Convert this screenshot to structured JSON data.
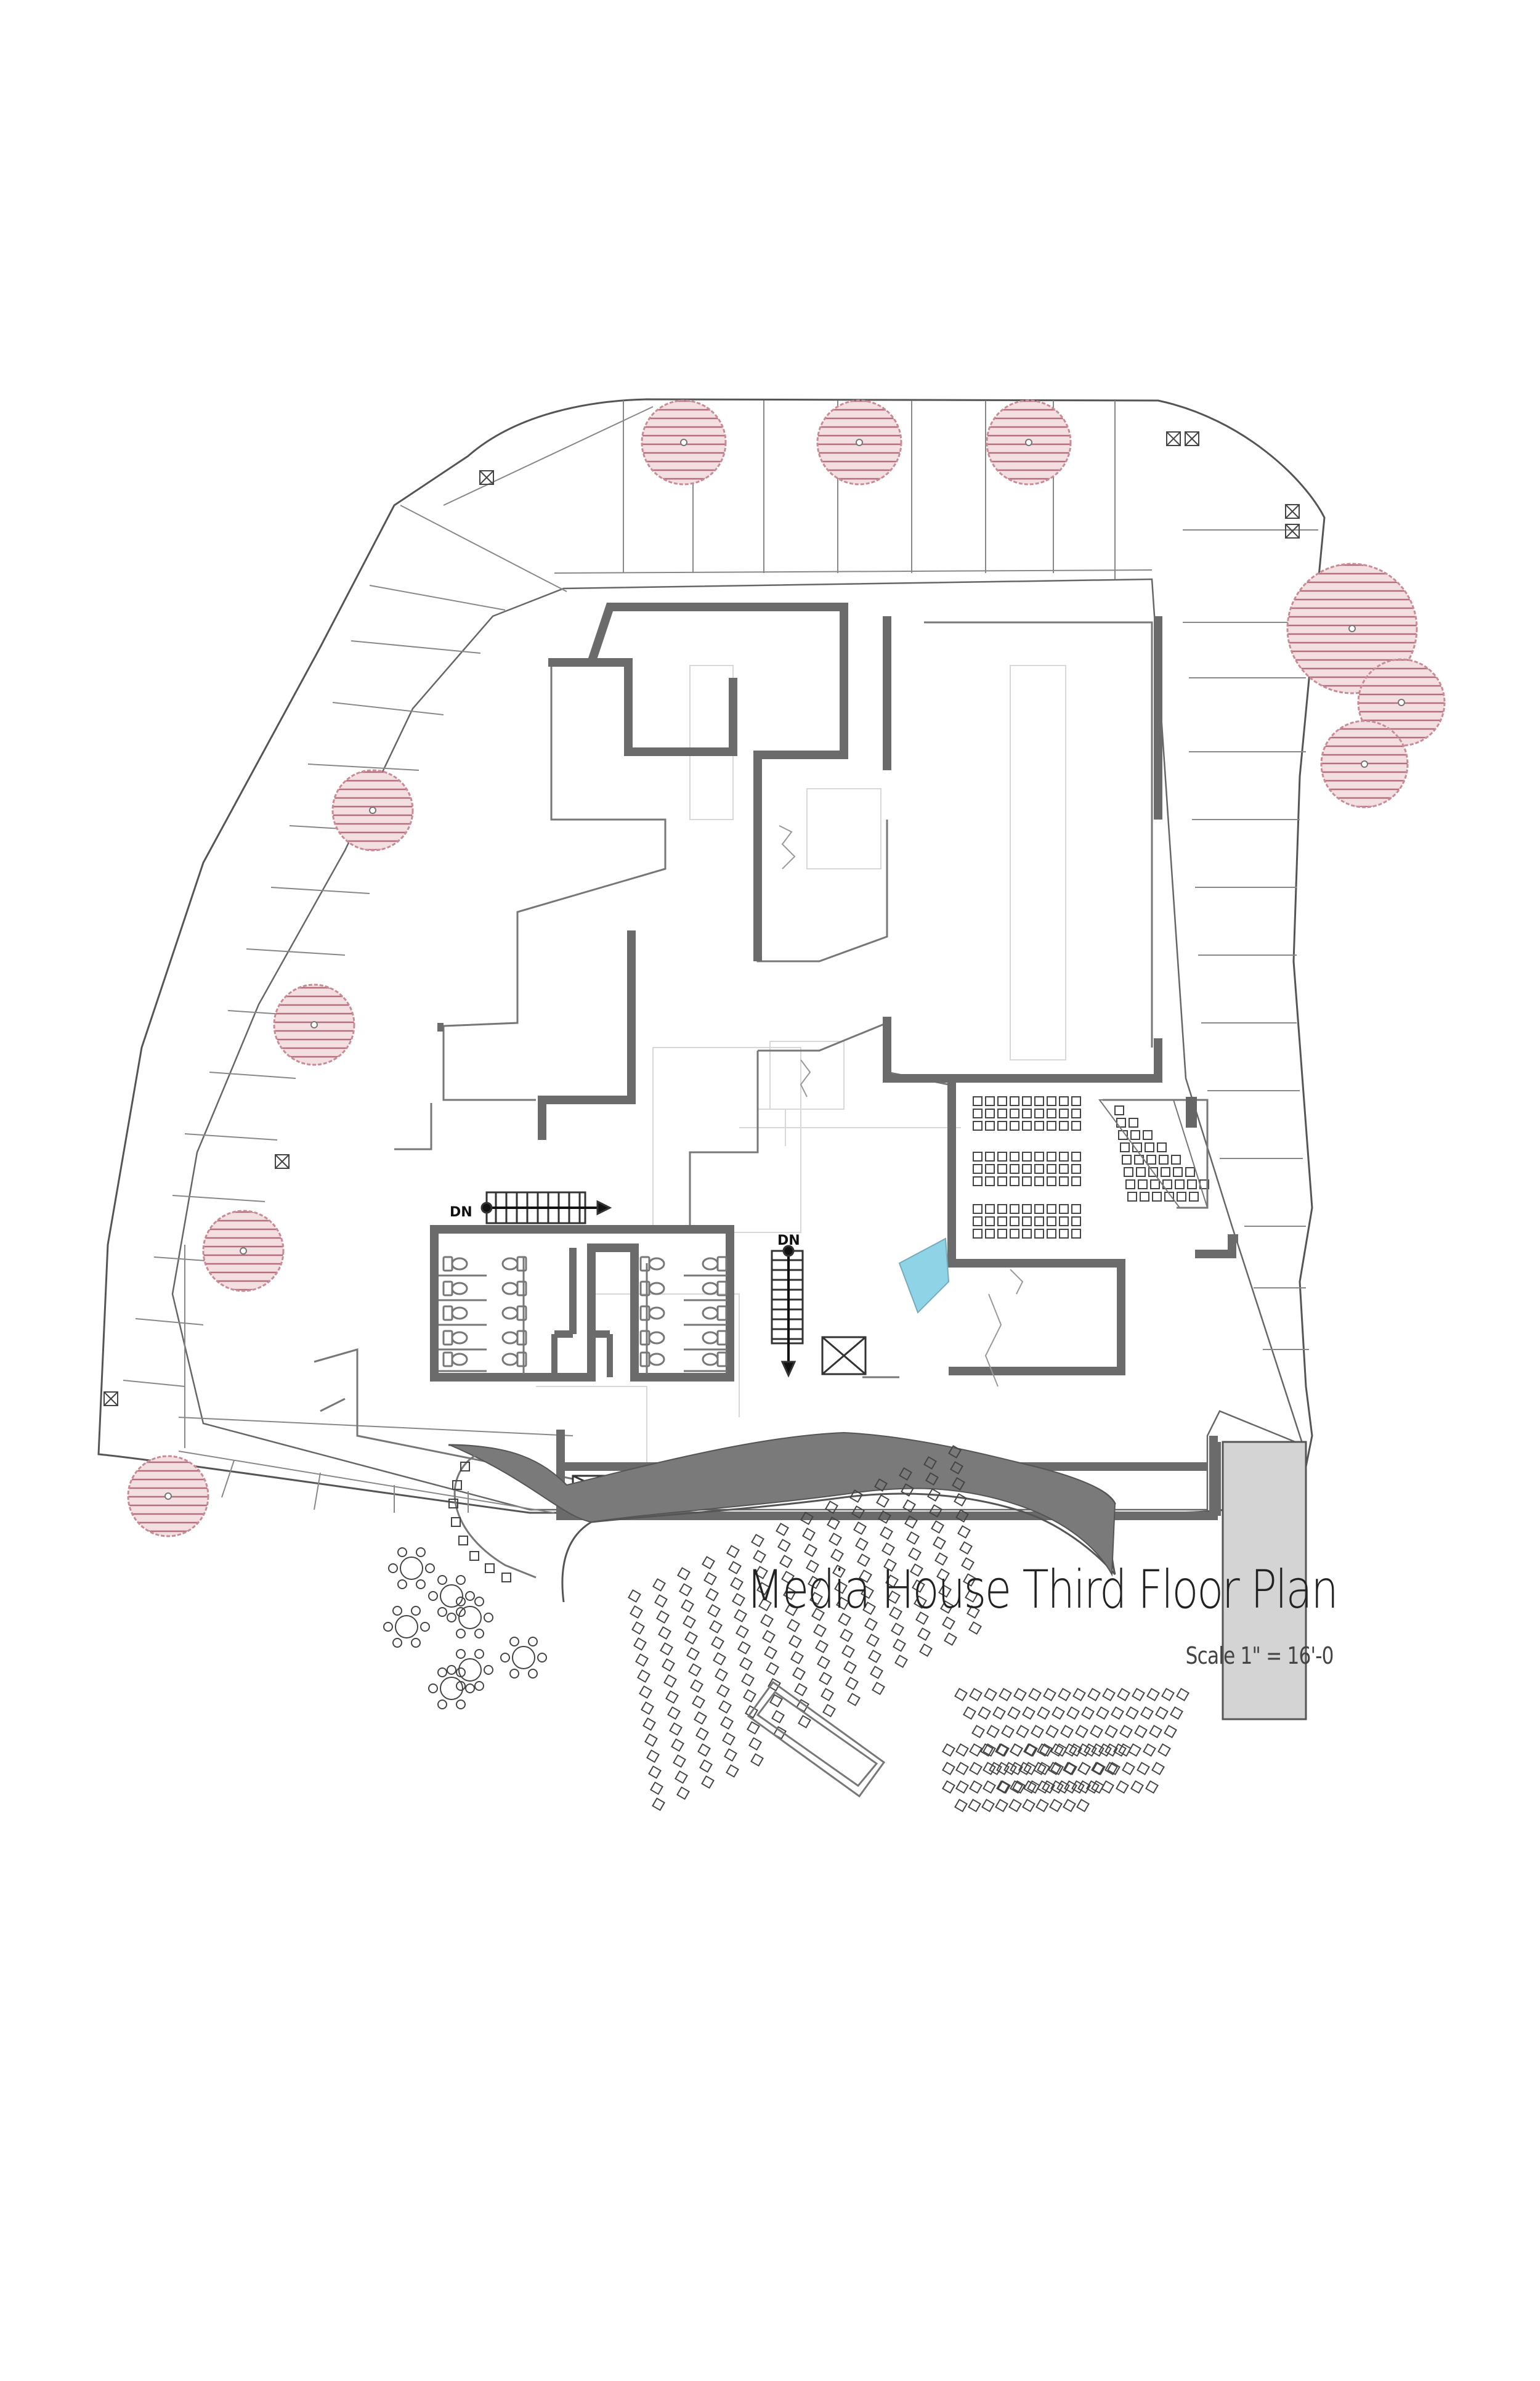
{
  "title": "Media House Third Floor Plan",
  "scale": "Scale 1\" = 16'-0",
  "stair_labels": [
    "DN",
    "DN"
  ],
  "colors": {
    "wall": "#6b6b6b",
    "line": "#555555",
    "faint": "#c8c8c8",
    "tree": "#c98b95",
    "tree_fill": "#f3dfe2",
    "water": "#8fd3e6",
    "service": "#d4d4d4"
  },
  "icons": [
    "tree-icon",
    "column-marker-icon",
    "stair-arrow-icon",
    "toilet-icon",
    "chair-icon",
    "round-table-icon"
  ]
}
